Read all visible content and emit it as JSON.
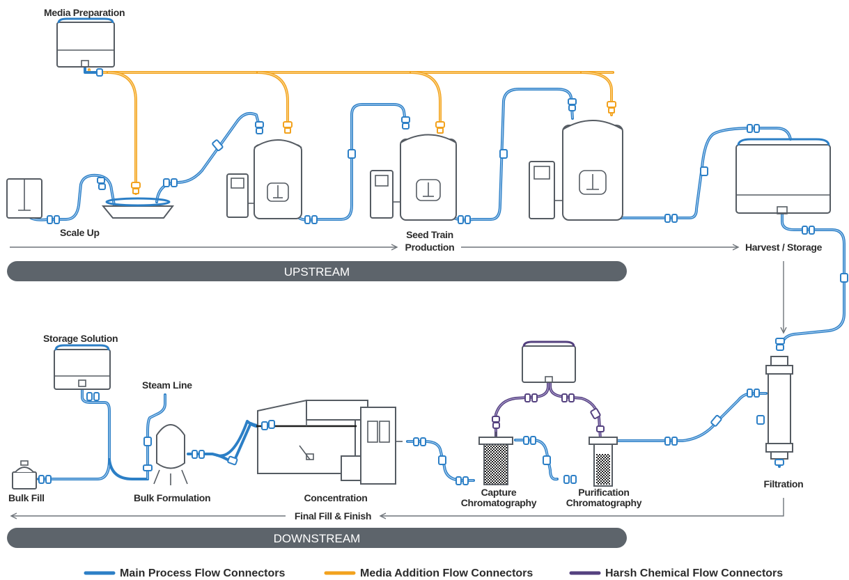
{
  "labels": {
    "media_preparation": "Media Preparation",
    "scale_up": "Scale Up",
    "seed_train": "Seed Train",
    "production": "Production",
    "harvest_storage": "Harvest / Storage",
    "storage_solution": "Storage Solution",
    "steam_line": "Steam Line",
    "bulk_fill": "Bulk Fill",
    "bulk_formulation": "Bulk Formulation",
    "concentration": "Concentration",
    "capture_line1": "Capture",
    "capture_line2": "Chromatography",
    "purification_line1": "Purification",
    "purification_line2": "Chromatography",
    "filtration": "Filtration",
    "final_fill_finish": "Final Fill & Finish"
  },
  "bands": {
    "upstream": "UPSTREAM",
    "downstream": "DOWNSTREAM"
  },
  "legend": [
    {
      "label": "Main Process Flow Connectors",
      "color": "#2c7fc6"
    },
    {
      "label": "Media Addition Flow Connectors",
      "color": "#f2a21e"
    },
    {
      "label": "Harsh Chemical Flow Connectors",
      "color": "#54417f"
    }
  ],
  "colors": {
    "band": "#5d646b",
    "equipment_stroke": "#555b62",
    "arrow": "#6e747a"
  }
}
